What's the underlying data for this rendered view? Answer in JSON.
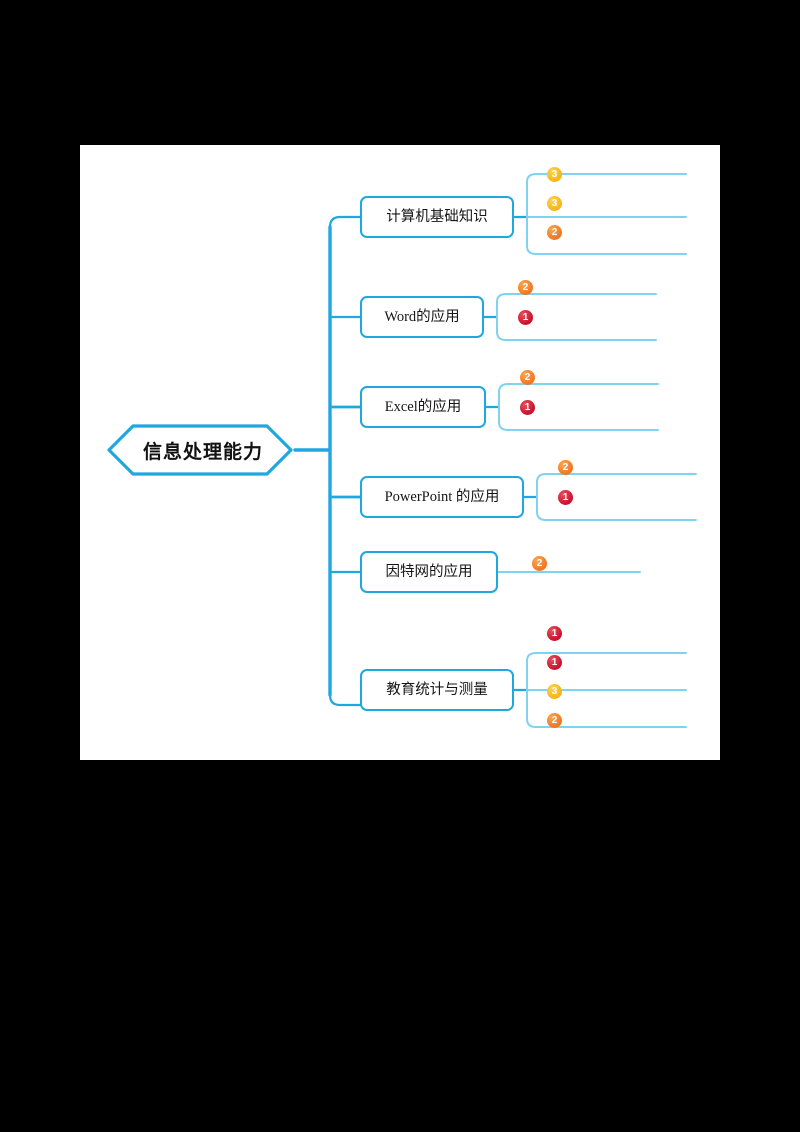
{
  "canvas": {
    "background": "#ffffff",
    "page_background": "#000000",
    "accent": "#1FA7E0",
    "sub_line": "#7FD3F0"
  },
  "diagram": {
    "type": "mind-map",
    "orientation": "left-to-right",
    "title": "信息处理能力",
    "root": {
      "label": "信息处理能力",
      "shape": "hexagon",
      "text_color": "#121212",
      "border_color": "#1FA7E0"
    },
    "badge_colors": {
      "1": "#c8102e",
      "2": "#ef7522",
      "3": "#f6b419"
    },
    "branches": [
      {
        "label": "计算机基础知识",
        "children": [
          {
            "badge": "3",
            "text": ""
          },
          {
            "badge": "3",
            "text": ""
          },
          {
            "badge": "2",
            "text": ""
          }
        ]
      },
      {
        "label": "Word的应用",
        "children": [
          {
            "badge": "2",
            "text": ""
          },
          {
            "badge": "1",
            "text": ""
          }
        ]
      },
      {
        "label": "Excel的应用",
        "children": [
          {
            "badge": "2",
            "text": ""
          },
          {
            "badge": "1",
            "text": ""
          }
        ]
      },
      {
        "label": "PowerPoint 的应用",
        "children": [
          {
            "badge": "2",
            "text": ""
          },
          {
            "badge": "1",
            "text": ""
          }
        ]
      },
      {
        "label": "因特网的应用",
        "children": [
          {
            "badge": "2",
            "text": ""
          }
        ]
      },
      {
        "label": "教育统计与测量",
        "children": [
          {
            "badge": "1",
            "text": ""
          },
          {
            "badge": "1",
            "text": ""
          },
          {
            "badge": "3",
            "text": ""
          },
          {
            "badge": "2",
            "text": ""
          }
        ]
      }
    ]
  }
}
